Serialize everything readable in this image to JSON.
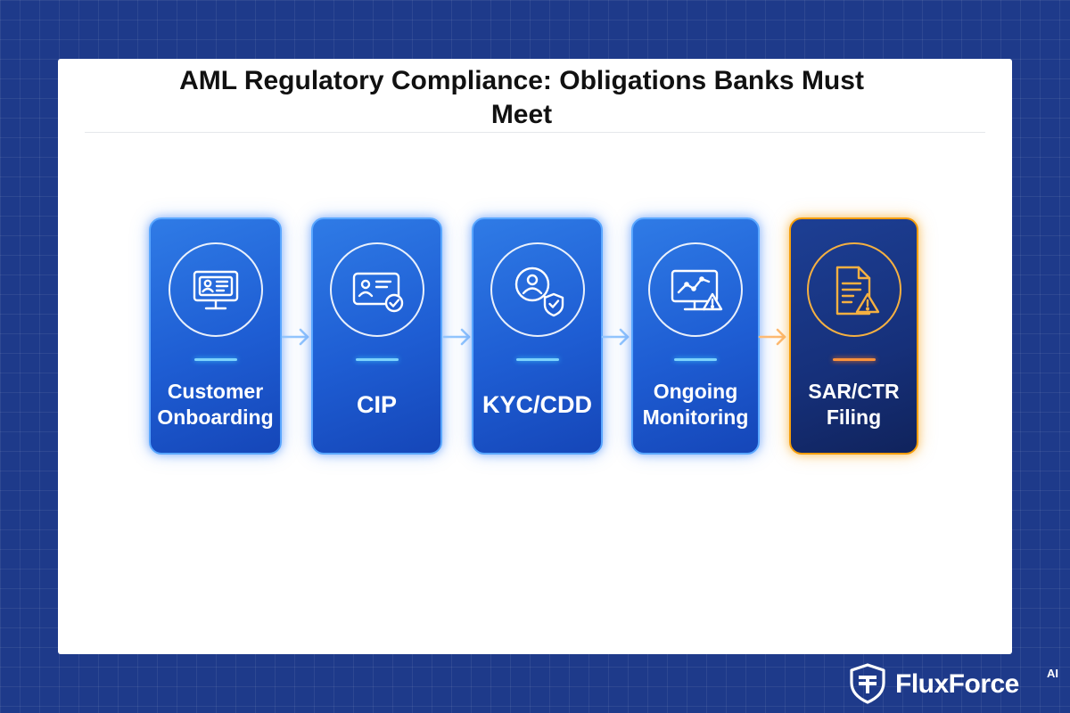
{
  "title": "AML Regulatory Compliance: Obligations Banks Must Meet",
  "steps": [
    {
      "label": "Customer\nOnboarding",
      "icon": "monitor-id-icon",
      "style": "primary"
    },
    {
      "label": "CIP",
      "icon": "id-card-check-icon",
      "style": "primary"
    },
    {
      "label": "KYC/CDD",
      "icon": "user-shield-icon",
      "style": "primary"
    },
    {
      "label": "Ongoing\nMonitoring",
      "icon": "monitor-chart-alert-icon",
      "style": "primary"
    },
    {
      "label": "SAR/CTR\nFiling",
      "icon": "document-alert-icon",
      "style": "highlight"
    }
  ],
  "colors": {
    "background": "#1e3a8a",
    "card": "#1e5dd3",
    "card_border": "#5aa7ff",
    "highlight_card": "#16307a",
    "highlight_accent": "#f59e0b",
    "arrow": "#93c5fd",
    "highlight_arrow": "#fdba74"
  },
  "brand": {
    "name": "FluxForce",
    "suffix": "AI",
    "icon": "shield-logo-icon"
  }
}
